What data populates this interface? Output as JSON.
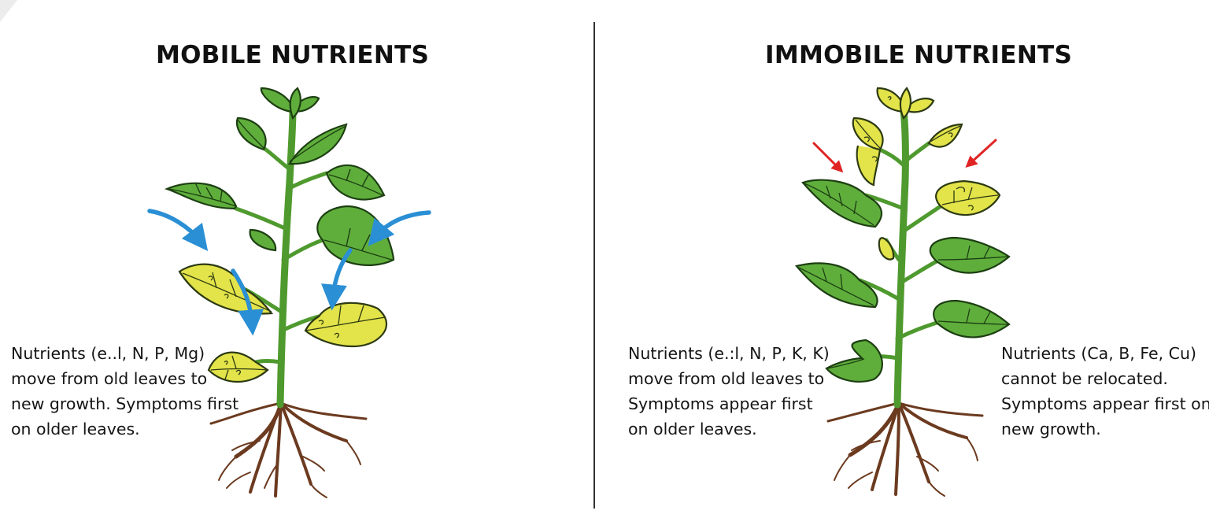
{
  "left_panel": {
    "title": "MOBILE NUTRIENTS",
    "caption_lines": [
      "Nutrients (e..l, N, P, Mg)",
      "move from old leaves to",
      "new growth. Symptoms first",
      "on older leaves."
    ]
  },
  "right_panel": {
    "title": "IMMOBILE NUTRIENTS",
    "caption_left_lines": [
      "Nutrients (e.:l, N, P, K, K)",
      "move from old leaves to",
      "Symptoms appear first",
      "on older leaves."
    ],
    "caption_right_lines": [
      "Nutrients (Ca, B, Fe, Cu)",
      "cannot be relocated.",
      "Symptoms appear first on",
      "new growth."
    ]
  },
  "colors": {
    "healthy_leaf": "#5fae3c",
    "chlorotic_leaf": "#e3e34a",
    "stem": "#4f9a2e",
    "root": "#6b3a1f",
    "mobile_arrow": "#2a8fd4",
    "immobile_arrow": "#e02424"
  }
}
